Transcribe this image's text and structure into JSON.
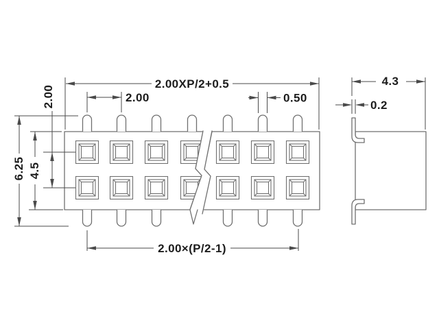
{
  "meta": {
    "description": "Technical dimension drawing of a dual-row SMD female pin header connector, front view and side view"
  },
  "front_view": {
    "rows_of_contacts": 2,
    "contacts_per_row_shown": 7,
    "top_pins_shown": 7,
    "bottom_pins_shown": 6,
    "has_break_symbol": true,
    "labels": {
      "overall_width": "2.00XP/2+0.5",
      "pin_pitch": "2.00",
      "pin_width": "0.50",
      "row_pitch": "2.00",
      "overall_height": "6.25",
      "body_height": "4.5",
      "pin_span": "2.00×(P/2-1)"
    }
  },
  "side_view": {
    "labels": {
      "depth": "4.3",
      "tab_thickness": "0.2"
    }
  },
  "colors": {
    "background": "#ffffff",
    "part_line": "#6f6f6f",
    "dimension_line": "#4a4a4a",
    "text": "#1c1c1c"
  }
}
